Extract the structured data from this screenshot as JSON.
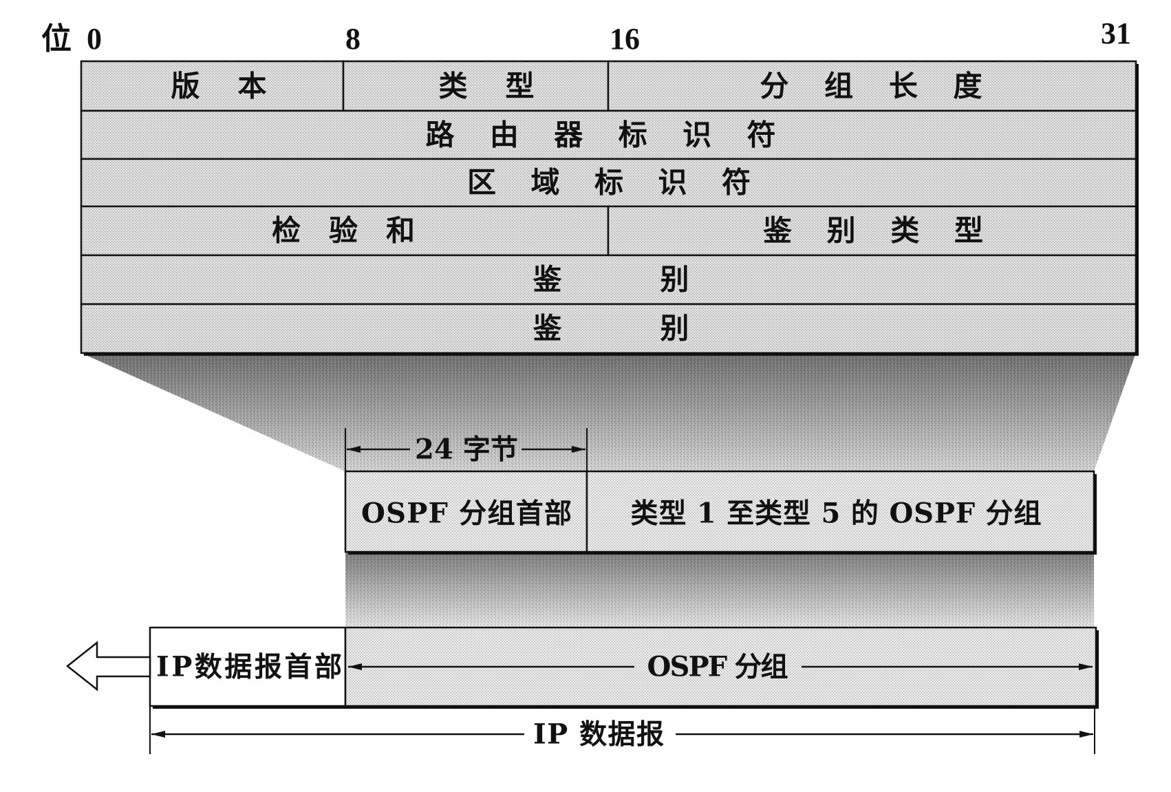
{
  "bit_axis": {
    "label": "位",
    "positions": [
      "0",
      "8",
      "16",
      "31"
    ]
  },
  "ospf_header_fields": {
    "version": "版 本",
    "type": "类 型",
    "packet_length": "分 组 长 度",
    "router_id": "路 由 器 标 识 符",
    "area_id": "区 域 标 识 符",
    "checksum": "检 验 和",
    "auth_type": "鉴 别 类 型",
    "auth_1": "鉴 别",
    "auth_2": "鉴 别"
  },
  "header_size": "24 字节",
  "ospf_packet": {
    "header": "OSPF 分组首部",
    "body": "类型 1 至类型 5 的 OSPF 分组"
  },
  "ip_datagram": {
    "header": "IP数据报首部",
    "payload": "OSPF 分组",
    "label": "IP 数据报"
  },
  "colors": {
    "stroke": "#111111",
    "cell_fill": "#dcdcdc",
    "shadow_dark": "#6e6e6e",
    "shadow_light": "#e2e2e2"
  }
}
